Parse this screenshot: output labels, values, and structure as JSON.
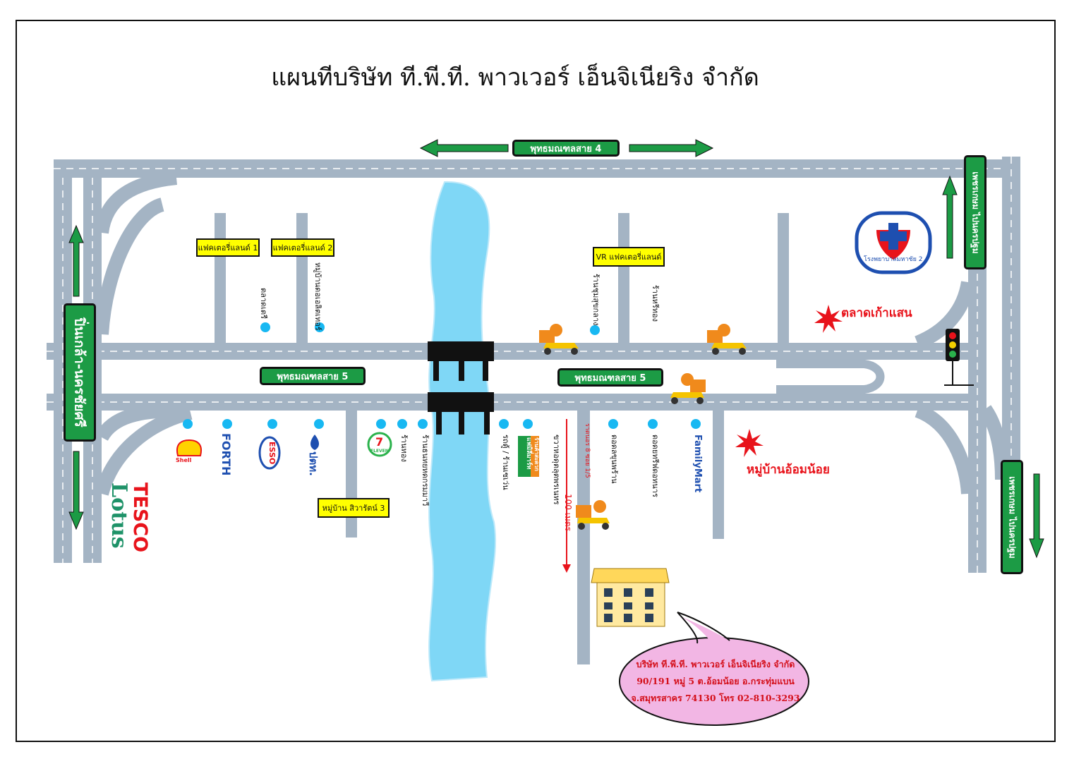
{
  "title": "แผนทีบริษัท ที.พี.ที. พาวเวอร์ เอ็นจิเนียริง จำกัด",
  "roads": {
    "top_road": "พุทธมณฑลสาย 4",
    "middle_road_left": "พุทธมณฑลสาย 5",
    "middle_road_right": "พุทธมณฑลสาย 5",
    "left_road": "ปิ่นเกล้า-นครชัยศรี",
    "right_road_top": "เพชรเกษม ไปนครปฐม",
    "right_road_bottom": "เพชรเกษม ไปนครปฐม"
  },
  "yellow_signs": {
    "factory_1": "แฟคเตอรี่แลนด์ 1",
    "factory_2": "แฟคเตอรี่แลนด์ 2",
    "vr_factory": "VR แฟคเตอรี่แลนด์",
    "village_sirat": "หมู่บ้าน สิวารัตน์ 3"
  },
  "places_north": {
    "tsiri_market": "ตลาดเตรี",
    "mitsiri": "หมู่บ้านดอเอลิตเทอร์",
    "bungthong": "ร้านชุมสุขกลาง",
    "noithong": "ร้านหรีทอง"
  },
  "places_south": {
    "shop1": "ร้านทอง",
    "shop2": "ร้านธนทยหดกรมมาวี",
    "shop3": "รถตู้ / ร้านเซเว่น",
    "shop4": "ขวาหอดุตลุตพรเนทร",
    "shop5": "ราดนอร 8 ซอย 1/5",
    "shop6": "ดอดลขุนพร้าน",
    "shop7": "ดอดยทรีฟดอทนาร",
    "distance": "100 เมตร"
  },
  "markets": {
    "old_market": "ตลาดเก้าแสน",
    "village_om_noi": "หมู่บ้านอ้อมน้อย"
  },
  "hospital": "โรงพยาบาลมหาชัย 2",
  "brands": {
    "tesco_top": "TESCO",
    "tesco_bottom": "Lotus",
    "shell": "Shell",
    "forth": "FORTH",
    "esso": "ESSO",
    "ptt": "ปตท.",
    "seven": "7",
    "seven_sub": "ELEVEN",
    "cafe": "แฟมิลี่มาร์ท",
    "cafe2": "ร้านค้าสะดวก",
    "familymart": "FamilyMart"
  },
  "company": {
    "name": "บริษัท ที.พี.ที. พาวเวอร์ เอ็นจิเนียริง จำกัด",
    "address": "90/191 หมู่ 5 ต.อ้อมน้อย อ.กระทุ่มแบน",
    "province": "จ.สมุทรสาคร 74130 โทร 02-810-3293"
  },
  "colors": {
    "road": "#a4b4c4",
    "river": "#7fd7f6",
    "sign_green": "#1c9b45",
    "sign_yellow": "#ffff00",
    "bubble": "#f2b6e4",
    "red": "#e8131b",
    "star": "#18b8f2"
  }
}
